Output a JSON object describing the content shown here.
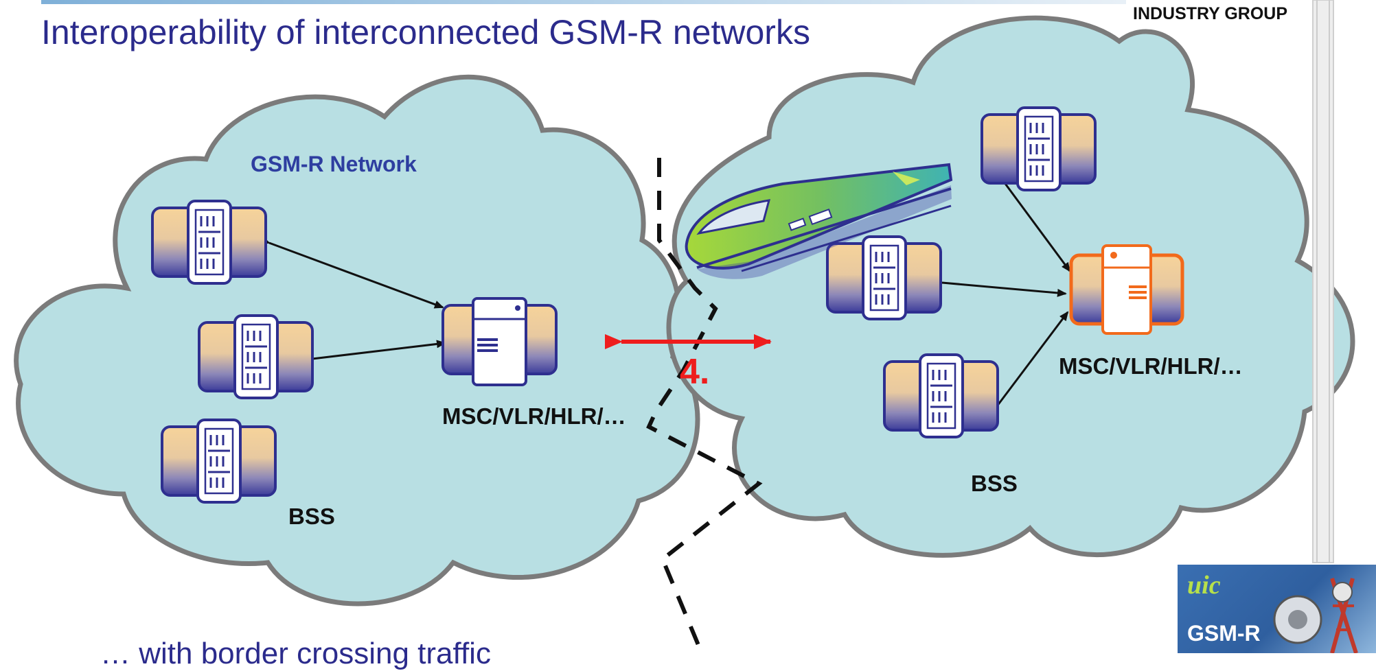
{
  "header": {
    "title": "Interoperability of interconnected GSM-R networks",
    "industry_group": "INDUSTRY GROUP"
  },
  "diagram": {
    "left_network": {
      "network_label": "GSM-R Network",
      "core_label": "MSC/VLR/HLR/…",
      "bss_label": "BSS"
    },
    "right_network": {
      "core_label": "MSC/VLR/HLR/…",
      "bss_label": "BSS"
    },
    "interface_number": "4."
  },
  "footer": {
    "subtitle": "… with border crossing traffic"
  },
  "logo": {
    "brand": "uic",
    "product": "GSM-R"
  },
  "colors": {
    "cloud_fill": "#b8dfe3",
    "cloud_stroke": "#7b7b7b",
    "title_text": "#2b2b8c",
    "interface_arrow": "#ee1d1d",
    "highlight_server": "#f26a1b"
  }
}
